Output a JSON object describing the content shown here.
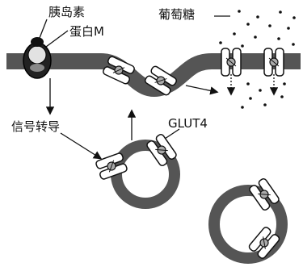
{
  "labels": {
    "insulin": "胰岛素",
    "protein_m": "蛋白M",
    "glucose": "葡萄糖",
    "signal": "信号转导",
    "glut4": "GLUT4"
  },
  "colors": {
    "membrane": "#555555",
    "ink": "#111111",
    "background": "#ffffff"
  }
}
